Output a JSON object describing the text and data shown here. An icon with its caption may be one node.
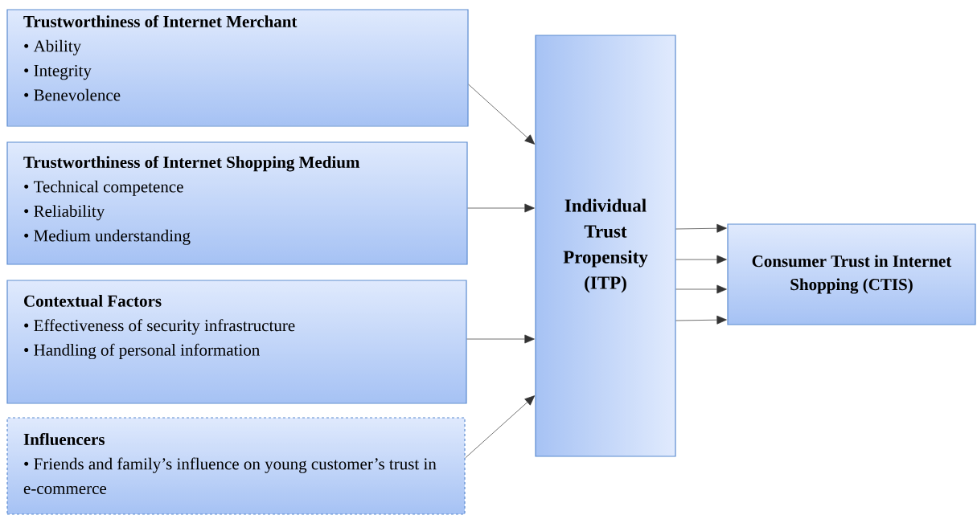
{
  "diagram": {
    "nodes": [
      {
        "text": [
          "Trustworthiness of Internet Merchant",
          "• Ability",
          "• Integrity",
          "• Benevolence"
        ]
      },
      {
        "text": [
          "Trustworthiness of Internet Shopping Medium",
          "• Technical competence",
          "• Reliability",
          "• Medium understanding"
        ]
      },
      {
        "text": [
          "Contextual Factors",
          "• Effectiveness of security infrastructure",
          "• Handling of personal information"
        ]
      },
      {
        "text": [
          "Influencers",
          "• Friends and family’s influence on young customer’s trust in e-commerce"
        ]
      },
      {
        "text": [
          "Individual Trust Propensity (ITP)"
        ]
      },
      {
        "text": [
          "Consumer Trust in Internet Shopping (CTIS)"
        ]
      }
    ],
    "edges": [
      {
        "from": 0,
        "to": 4,
        "arrow": "to"
      },
      {
        "from": 1,
        "to": 4,
        "arrow": "to"
      },
      {
        "from": 2,
        "to": 4,
        "arrow": "to"
      },
      {
        "from": 3,
        "to": 4,
        "arrow": "to"
      },
      {
        "from": 4,
        "to": 5,
        "arrow": "to"
      },
      {
        "from": 4,
        "to": 5,
        "arrow": "to"
      },
      {
        "from": 4,
        "to": 5,
        "arrow": "to"
      },
      {
        "from": 4,
        "to": 5,
        "arrow": "to"
      }
    ]
  }
}
